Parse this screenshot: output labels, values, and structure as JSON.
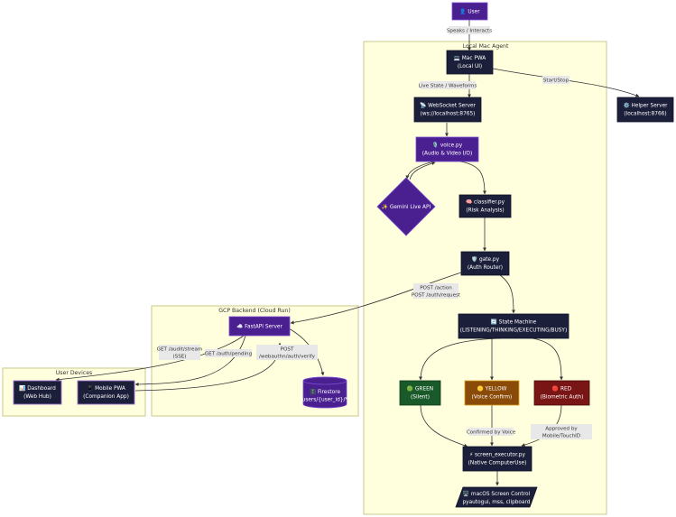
{
  "clusters": {
    "local_mac": "Local Mac Agent",
    "gcp": "GCP Backend (Cloud Run)",
    "user_devices": "User Devices"
  },
  "nodes": {
    "user": [
      "👤 User"
    ],
    "mac_pwa": [
      "💻 Mac PWA",
      "(Local UI)"
    ],
    "helper": [
      "⚙️ Helper Server",
      "(localhost:8766)"
    ],
    "ws": [
      "📡 WebSocket Server",
      "(ws://localhost:8765)"
    ],
    "voice": [
      "🎙️ voice.py",
      "(Audio & Video I/O)"
    ],
    "gemini": [
      "✨ Gemini Live API"
    ],
    "classifier": [
      "🧠 classifier.py",
      "(Risk Analysis)"
    ],
    "gate": [
      "🛡️ gate.py",
      "(Auth Router)"
    ],
    "state": [
      "🔄 State Machine",
      "(LISTENING/THINKING/EXECUTING/BUSY)"
    ],
    "green": [
      "🟢 GREEN",
      "(Silent)"
    ],
    "yellow": [
      "🟡 YELLOW",
      "(Voice Confirm)"
    ],
    "red": [
      "🔴 RED",
      "(Biometric Auth)"
    ],
    "executor": [
      "⚡ screen_executor.py",
      "(Native ComputerUse)"
    ],
    "macos": [
      "🖥️ macOS Screen Control",
      "pyautogui, mss, clipboard"
    ],
    "fastapi": [
      "☁️ FastAPI Server"
    ],
    "firestore": [
      "🗄️ Firestore",
      "users/{user_id}/*"
    ],
    "dashboard": [
      "📊 Dashboard",
      "(Web Hub)"
    ],
    "mobile": [
      "📱 Mobile PWA",
      "(Companion App)"
    ]
  },
  "edges": {
    "user_mac": [
      "Speaks / Interacts"
    ],
    "mac_ws": [
      "Live State / Waveforms"
    ],
    "mac_helper": [
      "Start/Stop"
    ],
    "gate_fastapi": [
      "POST /action",
      "POST /auth/request"
    ],
    "fastapi_dash": [
      "GET /audit/stream",
      "(SSE)"
    ],
    "fastapi_mobile": [
      "GET /auth/pending"
    ],
    "mobile_fastapi": [
      "POST",
      "/webauthn/auth/verify"
    ],
    "yellow_exec": [
      "Confirmed by Voice"
    ],
    "red_exec": [
      "Approved by",
      "Mobile/TouchID"
    ]
  }
}
